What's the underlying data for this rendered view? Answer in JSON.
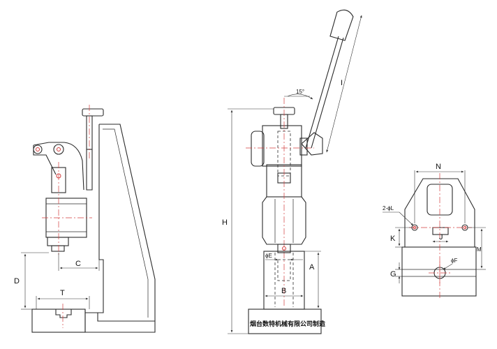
{
  "dimension_labels": {
    "C": "C",
    "D": "D",
    "T": "T",
    "H": "H",
    "A": "A",
    "B": "B",
    "E": "ϕE",
    "I": "I",
    "angle": "15°",
    "N": "N",
    "L": "2-ϕL",
    "K": "K",
    "J": "J",
    "M": "M",
    "F": "ϕF",
    "G": "G"
  },
  "manufacturer_text": "烟台数特机械有限公司制造",
  "colors": {
    "outline": "#2a2a2a",
    "centerline": "#d23c3c",
    "background": "#ffffff"
  }
}
